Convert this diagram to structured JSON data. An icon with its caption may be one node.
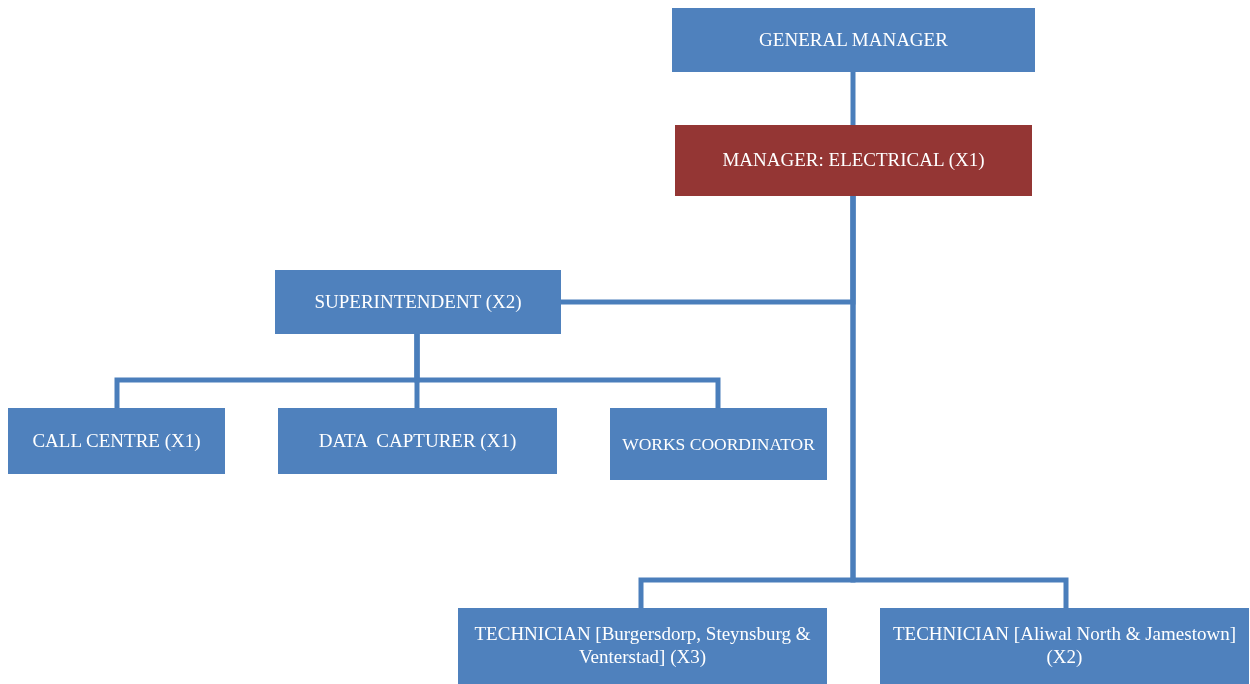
{
  "diagram": {
    "nodes": [
      {
        "text": [
          "GENERAL MANAGER"
        ]
      },
      {
        "text": [
          "MANAGER: ELECTRICAL (X1)"
        ]
      },
      {
        "text": [
          "SUPERINTENDENT (X2)"
        ]
      },
      {
        "text": [
          "CALL CENTRE (X1)"
        ]
      },
      {
        "text": [
          "DATA  CAPTURER (X1)"
        ]
      },
      {
        "text": [
          "WORKS COORDINATOR"
        ]
      },
      {
        "text": [
          "TECHNICIAN [Burgersdorp, Steynsburg & Venterstad] (X3)"
        ]
      },
      {
        "text": [
          "TECHNICIAN [Aliwal North & Jamestown] (X2)"
        ]
      }
    ],
    "edges": [
      {
        "from": 0,
        "to": 1,
        "arrow": "none"
      },
      {
        "from": 1,
        "to": 2,
        "arrow": "none"
      },
      {
        "from": 1,
        "to": 6,
        "arrow": "none"
      },
      {
        "from": 1,
        "to": 7,
        "arrow": "none"
      },
      {
        "from": 2,
        "to": 3,
        "arrow": "none"
      },
      {
        "from": 2,
        "to": 4,
        "arrow": "none"
      },
      {
        "from": 2,
        "to": 5,
        "arrow": "none"
      }
    ]
  }
}
